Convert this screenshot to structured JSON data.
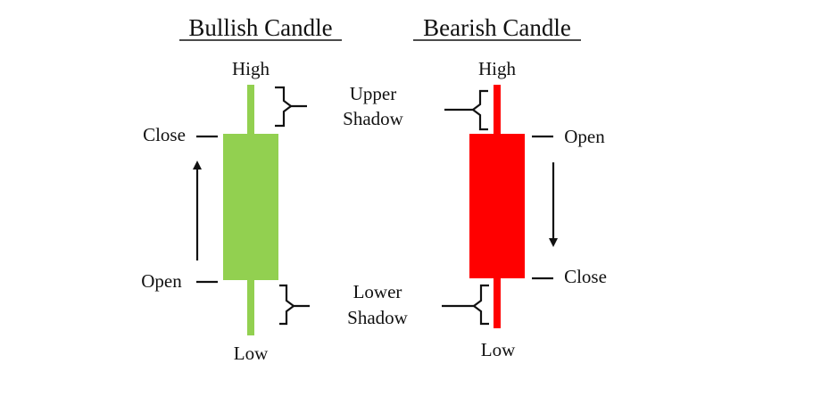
{
  "bullish": {
    "title": "Bullish Candle",
    "high": "High",
    "close": "Close",
    "open": "Open",
    "low": "Low",
    "color": "#92d050"
  },
  "bearish": {
    "title": "Bearish Candle",
    "high": "High",
    "open": "Open",
    "close": "Close",
    "low": "Low",
    "color": "#ff0000"
  },
  "shadows": {
    "upper_line1": "Upper",
    "upper_line2": "Shadow",
    "lower_line1": "Lower",
    "lower_line2": "Shadow"
  }
}
